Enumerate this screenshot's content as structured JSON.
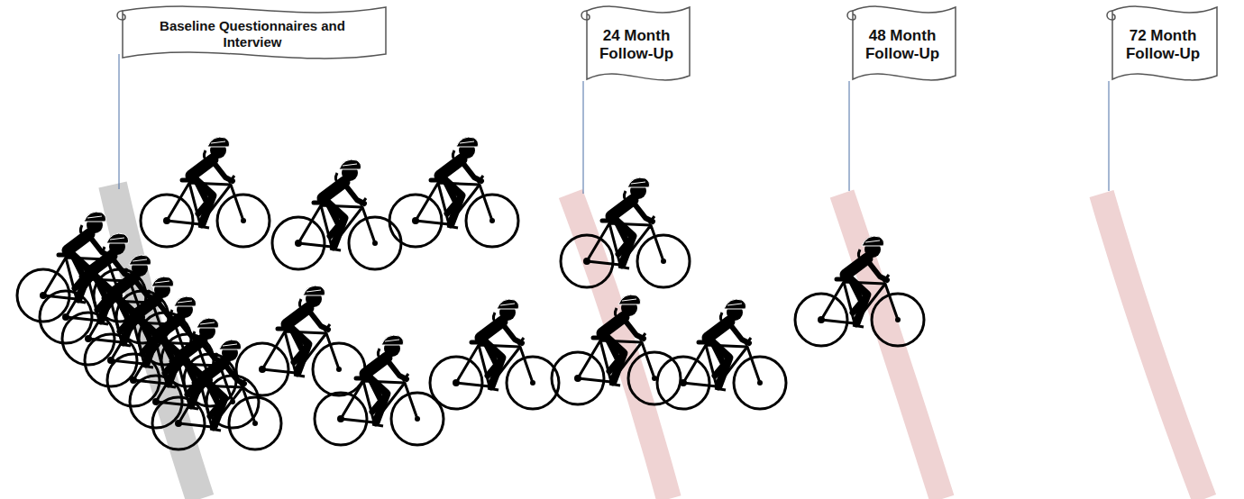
{
  "diagram": {
    "nodes": [
      {
        "text": [
          "Baseline Questionnaires and Interview"
        ]
      },
      {
        "text": [
          "24 Month Follow-Up"
        ]
      },
      {
        "text": [
          "48 Month Follow-Up"
        ]
      },
      {
        "text": [
          "72 Month Follow-Up"
        ]
      }
    ]
  }
}
